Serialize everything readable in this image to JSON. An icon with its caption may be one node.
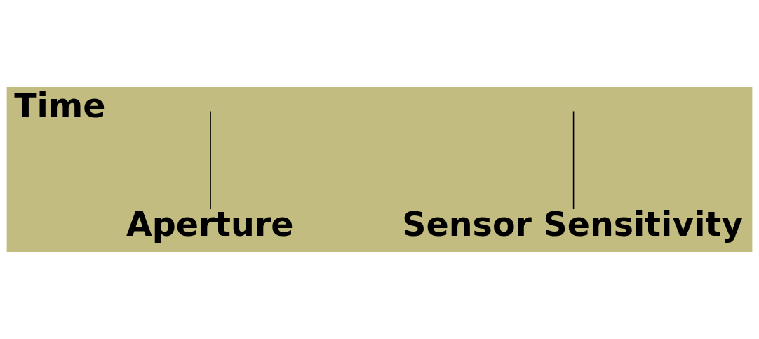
{
  "diagram": {
    "nodes": [
      {
        "text": [
          "Time"
        ]
      },
      {
        "text": [
          "Aperture"
        ]
      },
      {
        "text": [
          "Sensor Sensitivity"
        ]
      }
    ],
    "edges": [
      {
        "from": null,
        "to": 1,
        "arrow": "none"
      },
      {
        "from": null,
        "to": 2,
        "arrow": "none"
      }
    ]
  }
}
